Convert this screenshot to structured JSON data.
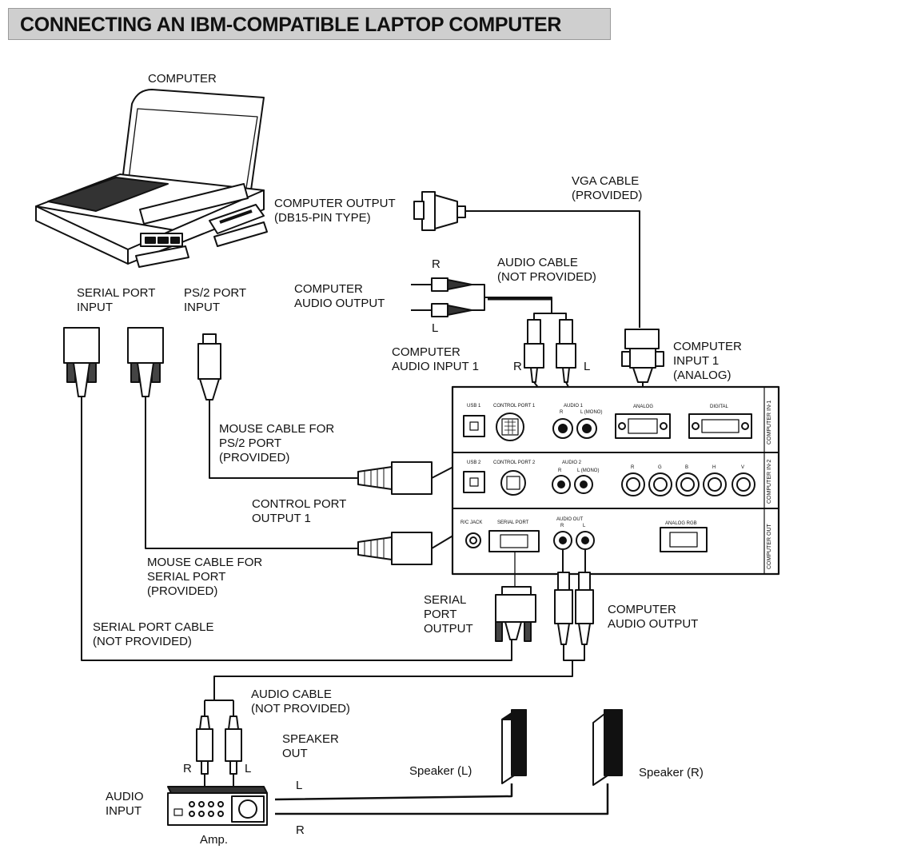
{
  "header": {
    "title": "CONNECTING AN IBM-COMPATIBLE LAPTOP COMPUTER"
  },
  "labels": {
    "computer": "COMPUTER",
    "computer_output": "COMPUTER OUTPUT\n(DB15-PIN TYPE)",
    "vga_cable": "VGA CABLE\n(PROVIDED)",
    "r_top": "R",
    "l_top": "L",
    "audio_cable_top": "AUDIO CABLE\n(NOT PROVIDED)",
    "computer_audio_output_top": "COMPUTER\nAUDIO OUTPUT",
    "serial_port_input": "SERIAL PORT\nINPUT",
    "ps2_port_input": "PS/2 PORT\nINPUT",
    "computer_audio_input_1": "COMPUTER\nAUDIO INPUT 1",
    "r_mid": "R",
    "l_mid": "L",
    "computer_input_1": "COMPUTER\nINPUT 1\n(ANALOG)",
    "mouse_cable_ps2": "MOUSE CABLE FOR\nPS/2 PORT\n(PROVIDED)",
    "control_port_output_1": "CONTROL PORT\nOUTPUT 1",
    "mouse_cable_serial": "MOUSE CABLE FOR\nSERIAL PORT\n(PROVIDED)",
    "serial_port_cable": "SERIAL PORT CABLE\n(NOT PROVIDED)",
    "serial_port_output": "SERIAL\nPORT\nOUTPUT",
    "computer_audio_output_bottom": "COMPUTER\nAUDIO OUTPUT",
    "audio_cable_bottom": "AUDIO CABLE\n(NOT PROVIDED)",
    "speaker_out": "SPEAKER\nOUT",
    "r_amp": "R",
    "l_amp": "L",
    "audio_input": "AUDIO\nINPUT",
    "amp": "Amp.",
    "speaker_l": "Speaker (L)",
    "speaker_r": "Speaker (R)",
    "line_l": "L",
    "line_r": "R"
  },
  "panel": {
    "usb1": "USB 1",
    "control_port_1": "CONTROL PORT 1",
    "audio_1": "AUDIO 1",
    "r": "R",
    "l_mono": "L (MONO)",
    "analog": "ANALOG",
    "digital": "DIGITAL",
    "computer_in_1": "COMPUTER IN-1",
    "usb2": "USB 2",
    "control_port_2": "CONTROL PORT 2",
    "audio_2": "AUDIO 2",
    "r2": "R",
    "l_mono2": "L (MONO)",
    "bnc_r": "R",
    "bnc_g": "G",
    "bnc_b": "B",
    "bnc_h": "H",
    "bnc_v": "V",
    "computer_in_2": "COMPUTER IN-2",
    "rc_jack": "R/C JACK",
    "serial_port": "SERIAL PORT",
    "audio_out": "AUDIO OUT",
    "out_r": "R",
    "out_l": "L",
    "analog_rgb": "ANALOG RGB",
    "computer_out": "COMPUTER OUT"
  }
}
